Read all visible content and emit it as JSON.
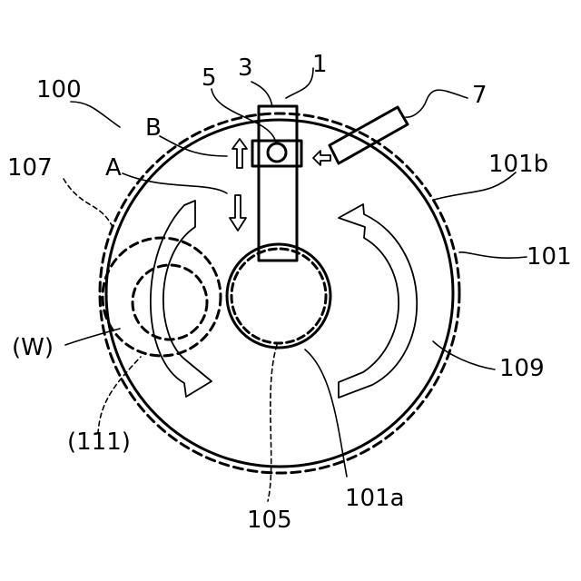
{
  "labels": {
    "l100": "100",
    "l3": "3",
    "l1": "1",
    "l5": "5",
    "l7": "7",
    "lB": "B",
    "lA": "A",
    "l107": "107",
    "l101b": "101b",
    "l101": "101",
    "lW": "(W)",
    "l109": "109",
    "l111": "(111)",
    "l101a": "101a",
    "l105": "105"
  },
  "colors": {
    "stroke": "#000000",
    "background": "#ffffff"
  }
}
